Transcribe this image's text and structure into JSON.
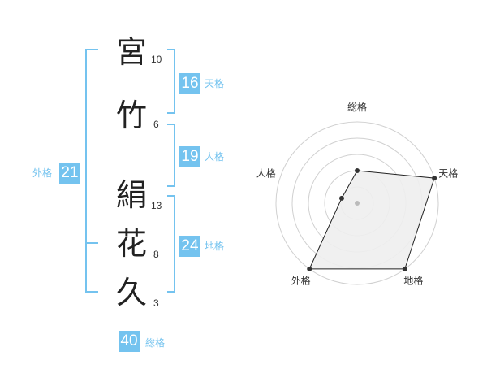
{
  "name_chars": [
    {
      "char": "宮",
      "strokes": "10"
    },
    {
      "char": "竹",
      "strokes": "6"
    },
    {
      "char": "絹",
      "strokes": "13"
    },
    {
      "char": "花",
      "strokes": "8"
    },
    {
      "char": "久",
      "strokes": "3"
    }
  ],
  "fortunes": {
    "tenkaku": {
      "value": "16",
      "label": "天格"
    },
    "jinkaku": {
      "value": "19",
      "label": "人格"
    },
    "chikaku": {
      "value": "24",
      "label": "地格"
    },
    "gaikaku": {
      "value": "21",
      "label": "外格"
    },
    "soukaku": {
      "value": "40",
      "label": "総格"
    }
  },
  "colors": {
    "accent": "#74c3ef",
    "radar_fill": "#eeeeee",
    "radar_ring": "#d0d0d0"
  },
  "chart_data": {
    "type": "radar",
    "axes": [
      "総格",
      "天格",
      "地格",
      "外格",
      "人格"
    ],
    "levels": 5,
    "values": [
      2,
      5,
      5,
      5,
      1
    ],
    "max": 5
  }
}
